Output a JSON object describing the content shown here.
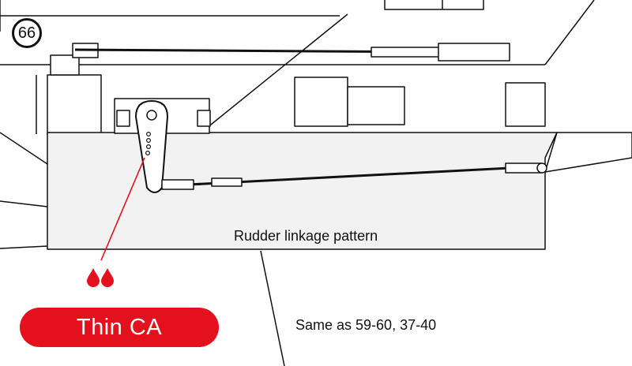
{
  "step_number": "66",
  "caption": "Rudder linkage pattern",
  "glue_label": "Thin CA",
  "reference_note": "Same as 59-60, 37-40",
  "colors": {
    "accent": "#e4101d",
    "line": "#111111",
    "fill_grey": "#f2f2f2"
  },
  "icons": [
    "glue-drops-icon"
  ]
}
